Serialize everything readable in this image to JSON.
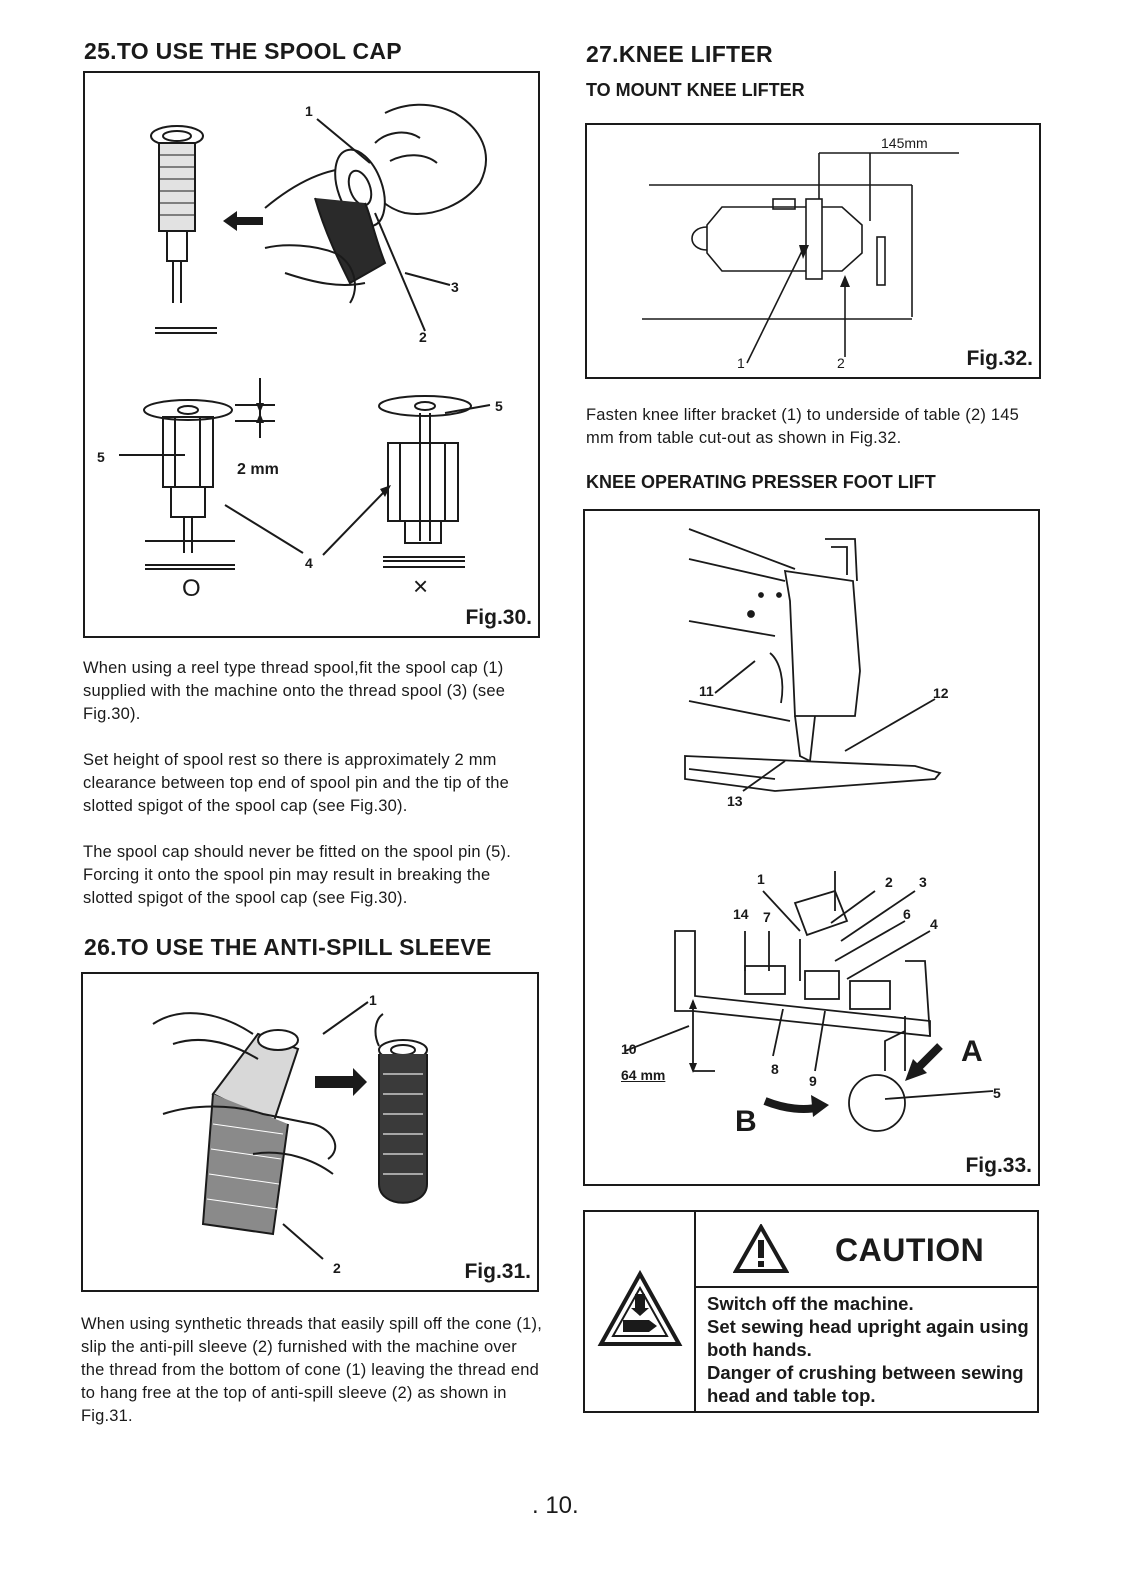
{
  "sections": {
    "spool_cap": {
      "heading": "25.TO USE THE SPOOL CAP",
      "figure": {
        "label": "Fig.30.",
        "callouts": [
          "1",
          "3",
          "2",
          "5",
          "2 mm",
          "5",
          "4"
        ],
        "marks": [
          "O",
          "×"
        ]
      },
      "paragraphs": [
        "When using a reel type thread spool,fit the spool cap (1) supplied with the machine onto the thread spool (3) (see Fig.30).",
        "Set height of spool rest so there is approximately 2 mm clearance between top end of spool pin and the tip of the slotted spigot of the spool cap (see Fig.30).",
        "The spool cap should never be fitted on the spool pin (5). Forcing it onto the spool pin may result in breaking the slotted spigot of the spool cap (see Fig.30)."
      ]
    },
    "anti_spill": {
      "heading": "26.TO USE THE ANTI-SPILL SLEEVE",
      "figure": {
        "label": "Fig.31.",
        "callouts": [
          "1",
          "2"
        ]
      },
      "paragraph": "When using synthetic threads that easily spill off the cone (1), slip the anti-pill sleeve (2) furnished with the machine over the thread from the bottom of cone (1) leaving the thread end to hang free at the top of anti-spill sleeve (2) as shown in Fig.31."
    },
    "knee_lifter": {
      "heading": "27.KNEE LIFTER",
      "mount_subheading": "TO MOUNT KNEE LIFTER",
      "fig32": {
        "label": "Fig.32.",
        "dimension": "145mm",
        "callouts": [
          "1",
          "2"
        ]
      },
      "mount_paragraph": "Fasten knee lifter bracket (1) to underside of table (2) 145 mm from table cut-out as shown in Fig.32.",
      "operating_subheading": "KNEE OPERATING PRESSER FOOT LIFT",
      "fig33": {
        "label": "Fig.33.",
        "callouts_top": [
          "11",
          "12",
          "13"
        ],
        "callouts_bottom": [
          "1",
          "2",
          "3",
          "14",
          "7",
          "6",
          "4",
          "10",
          "64 mm",
          "8",
          "9",
          "5"
        ],
        "arrow_labels": [
          "A",
          "B"
        ]
      }
    },
    "caution": {
      "title": "CAUTION",
      "lines": [
        "Switch off the machine.",
        "Set sewing head upright again using both hands.",
        "Danger of crushing between sewing head and table top."
      ]
    }
  },
  "page_number": ". 10.",
  "colors": {
    "ink": "#1a1a1a",
    "paper": "#ffffff"
  }
}
